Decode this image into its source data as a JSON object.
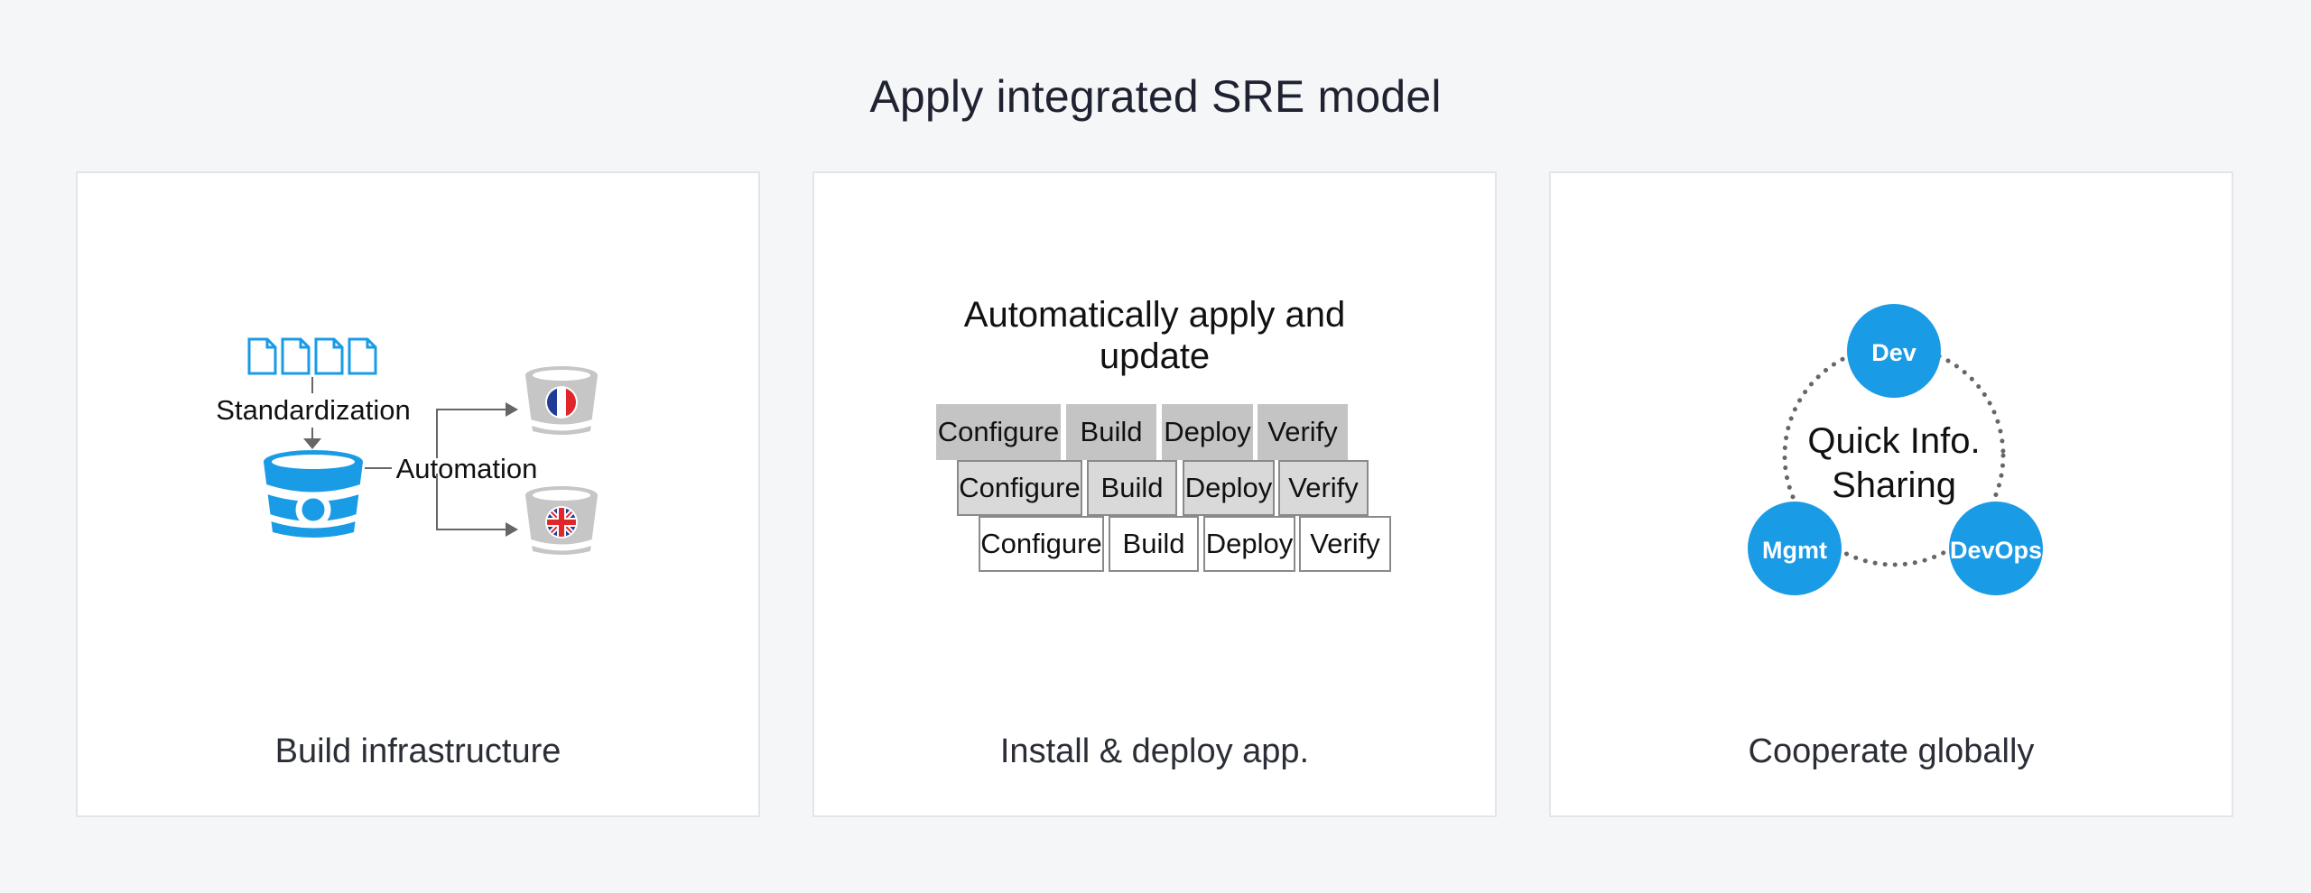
{
  "page": {
    "title": "Apply integrated SRE model"
  },
  "colors": {
    "accent": "#1a9be6",
    "background": "#f5f6f8",
    "card": "#ffffff",
    "grey_bucket": "#c6c6c6"
  },
  "cards": [
    {
      "caption": "Build infrastructure",
      "diagram": {
        "standardization_label": "Standardization",
        "automation_label": "Automation",
        "icons": [
          "document-icon",
          "bucket-icon",
          "france-flag-icon",
          "uk-flag-icon"
        ]
      }
    },
    {
      "caption": "Install & deploy app.",
      "diagram": {
        "title": "Automatically apply and update",
        "rows": [
          [
            "Configure",
            "Build",
            "Deploy",
            "Verify"
          ],
          [
            "Configure",
            "Build",
            "Deploy",
            "Verify"
          ],
          [
            "Configure",
            "Build",
            "Deploy",
            "Verify"
          ]
        ]
      }
    },
    {
      "caption": "Cooperate globally",
      "diagram": {
        "center_line1": "Quick Info.",
        "center_line2": "Sharing",
        "nodes": [
          "Dev",
          "Mgmt",
          "DevOps"
        ]
      }
    }
  ]
}
